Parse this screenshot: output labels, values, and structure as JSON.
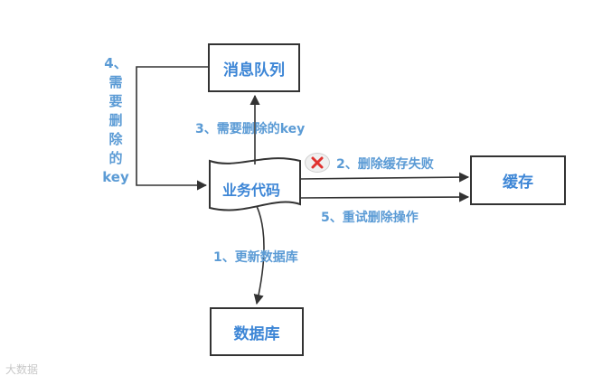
{
  "nodes": {
    "queue": "消息队列",
    "business": "业务代码",
    "cache": "缓存",
    "database": "数据库"
  },
  "edges": {
    "left_label": "4、需要删除的key",
    "left_label_lines": [
      "4、",
      "需",
      "要",
      "删",
      "除",
      "的",
      "key"
    ],
    "to_queue": "3、需要删除的key",
    "delete_cache_fail": "2、删除缓存失败",
    "retry_delete": "5、重试删除操作",
    "update_db": "1、更新数据库"
  },
  "watermark": "大数据",
  "icons": [
    "fail-x-icon"
  ],
  "colors": {
    "node_text": "#3d86d6",
    "edge_text": "#5b9bd5",
    "line": "#333333",
    "fail": "#e0322f"
  }
}
